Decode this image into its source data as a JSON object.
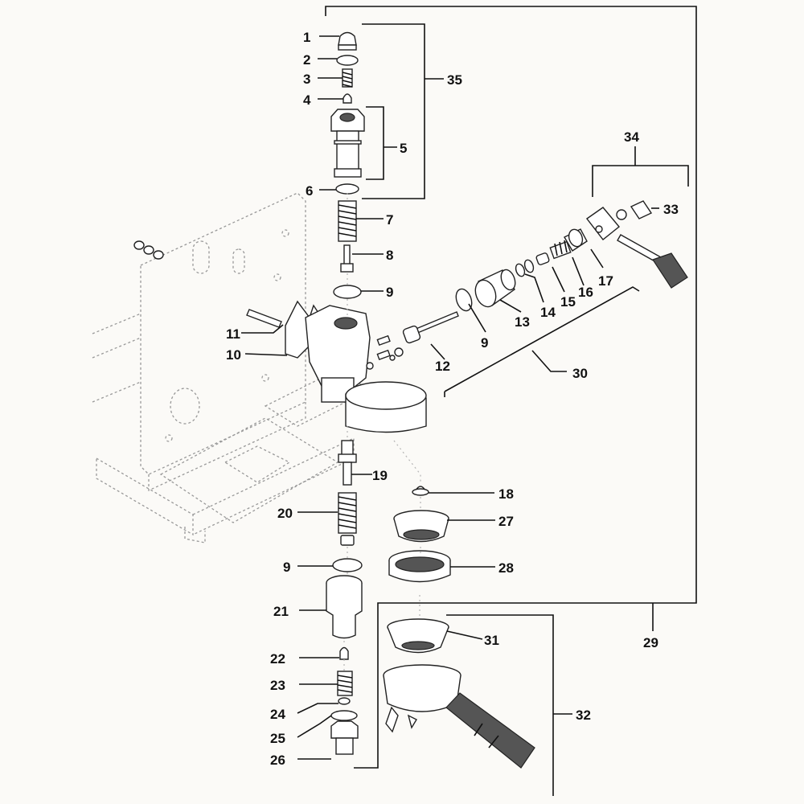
{
  "diagram": {
    "labels": {
      "l1": "1",
      "l2": "2",
      "l3": "3",
      "l4": "4",
      "l5": "5",
      "l6": "6",
      "l7": "7",
      "l8": "8",
      "l9a": "9",
      "l9b": "9",
      "l9c": "9",
      "l10": "10",
      "l11": "11",
      "l12": "12",
      "l13": "13",
      "l14": "14",
      "l15": "15",
      "l16": "16",
      "l17": "17",
      "l18": "18",
      "l19": "19",
      "l20": "20",
      "l21": "21",
      "l22": "22",
      "l23": "23",
      "l24": "24",
      "l25": "25",
      "l26": "26",
      "l27": "27",
      "l28": "28",
      "l29": "29",
      "l30": "30",
      "l31": "31",
      "l32": "32",
      "l33": "33",
      "l34": "34",
      "l35": "35"
    }
  }
}
